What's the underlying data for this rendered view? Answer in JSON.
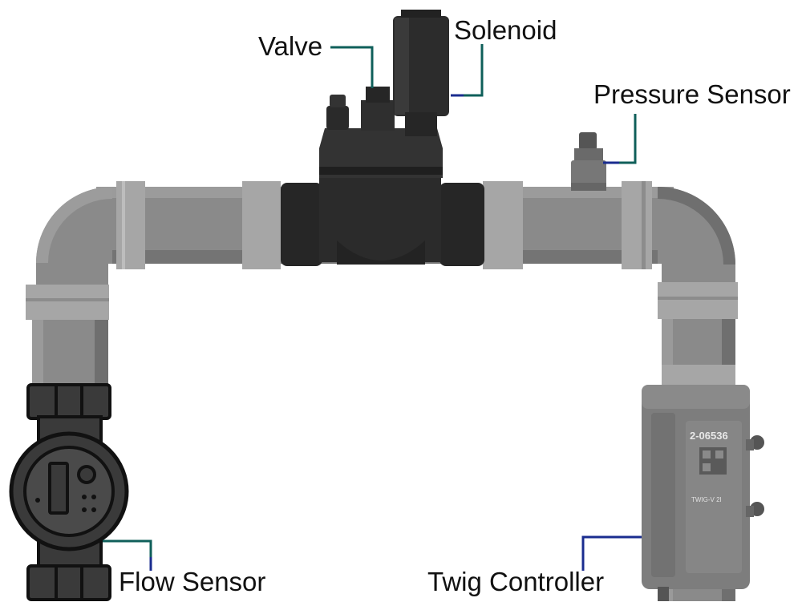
{
  "labels": {
    "valve": "Valve",
    "solenoid": "Solenoid",
    "pressure_sensor": "Pressure Sensor",
    "flow_sensor": "Flow Sensor",
    "twig_controller": "Twig Controller"
  },
  "device_text": {
    "controller_serial": "2-06536",
    "controller_model": "TWIG-V 2I"
  },
  "colors": {
    "pipe": "#8a8a8a",
    "pipe_dark": "#6e6e6e",
    "pipe_collar": "#a6a6a6",
    "valve_body": "#2a2a2a",
    "flow_sensor": "#333333",
    "controller": "#7d7d7d",
    "leader_teal": "#0f5f5a",
    "leader_blue": "#1a2c8f"
  },
  "icons": [
    "valve-icon",
    "solenoid-icon",
    "pressure-sensor-icon",
    "flow-sensor-icon",
    "twig-controller-icon"
  ]
}
